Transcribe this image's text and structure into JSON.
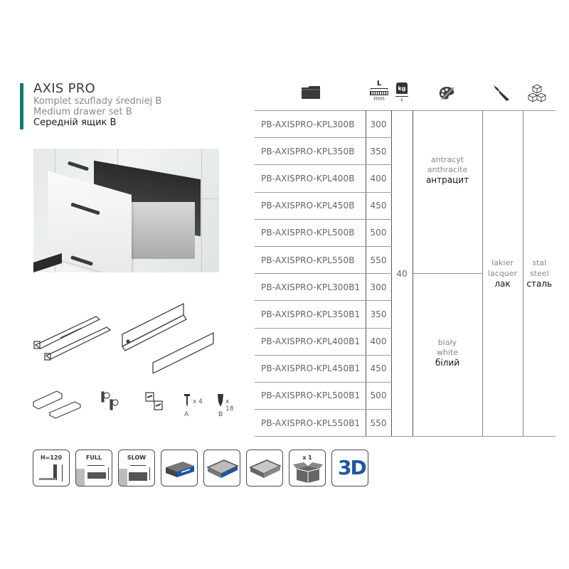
{
  "header": {
    "title": "AXIS PRO",
    "subtitle_pl": "Komplet szuflady średniej B",
    "subtitle_en": "Medium drawer set B",
    "subtitle_ua": "Середній ящик B",
    "accent_color": "#0d7c6e"
  },
  "table": {
    "column_icons": [
      {
        "name": "folder-icon",
        "meaning": "product code"
      },
      {
        "name": "length-icon",
        "label": "L",
        "unit": "mm"
      },
      {
        "name": "weight-icon",
        "label": "kg"
      },
      {
        "name": "palette-icon",
        "meaning": "color"
      },
      {
        "name": "paintbrush-icon",
        "meaning": "finish"
      },
      {
        "name": "cubes-icon",
        "meaning": "material"
      }
    ],
    "rows": [
      {
        "code": "PB-AXISPRO-KPL300B",
        "length": "300"
      },
      {
        "code": "PB-AXISPRO-KPL350B",
        "length": "350"
      },
      {
        "code": "PB-AXISPRO-KPL400B",
        "length": "400"
      },
      {
        "code": "PB-AXISPRO-KPL450B",
        "length": "450"
      },
      {
        "code": "PB-AXISPRO-KPL500B",
        "length": "500"
      },
      {
        "code": "PB-AXISPRO-KPL550B",
        "length": "550"
      },
      {
        "code": "PB-AXISPRO-KPL300B1",
        "length": "300"
      },
      {
        "code": "PB-AXISPRO-KPL350B1",
        "length": "350"
      },
      {
        "code": "PB-AXISPRO-KPL400B1",
        "length": "400"
      },
      {
        "code": "PB-AXISPRO-KPL450B1",
        "length": "450"
      },
      {
        "code": "PB-AXISPRO-KPL500B1",
        "length": "500"
      },
      {
        "code": "PB-AXISPRO-KPL550B1",
        "length": "550"
      }
    ],
    "weight": "40",
    "colors": [
      {
        "pl": "antracyt",
        "en": "anthracite",
        "ua": "антрацит"
      },
      {
        "pl": "biały",
        "en": "white",
        "ua": "білий"
      }
    ],
    "finish": {
      "pl": "lakier",
      "en": "lacquer",
      "ua": "лак"
    },
    "material": {
      "pl": "stal",
      "en": "steel",
      "ua": "сталь"
    }
  },
  "parts": {
    "screw_a_qty": "x 4",
    "screw_a_label": "A",
    "screw_b_qty": "x 18",
    "screw_b_label": "B"
  },
  "features": [
    {
      "name": "height",
      "label": "H=120"
    },
    {
      "name": "full-extension",
      "label": "FULL"
    },
    {
      "name": "soft-close",
      "label": "SLOW"
    },
    {
      "name": "front-adjustment",
      "label": ""
    },
    {
      "name": "drawer-front-highlight",
      "label": ""
    },
    {
      "name": "drawer-tray",
      "label": ""
    },
    {
      "name": "package-qty",
      "label": "x 1"
    },
    {
      "name": "3d-adjustment",
      "label": "3D"
    }
  ]
}
